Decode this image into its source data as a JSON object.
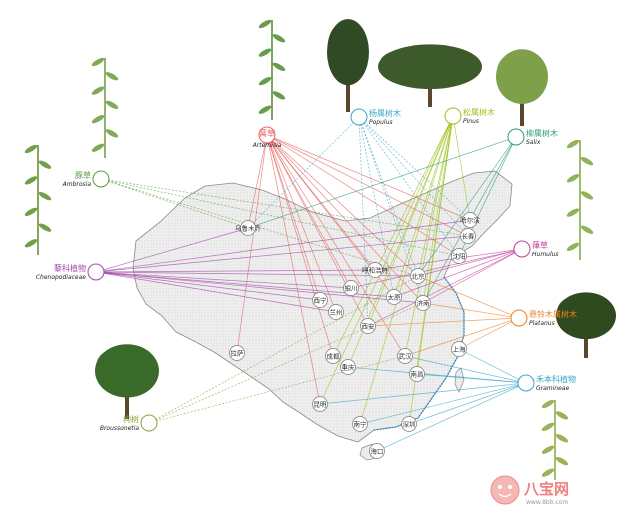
{
  "pollens": [
    {
      "id": "artemisia",
      "cn": "蒿草",
      "lat": "Artemisia",
      "color": "#e7615f"
    },
    {
      "id": "populus",
      "cn": "杨属树木",
      "lat": "Populus",
      "color": "#3aa6c8"
    },
    {
      "id": "pinus",
      "cn": "松属树木",
      "lat": "Pinus",
      "color": "#9cc21a"
    },
    {
      "id": "salix",
      "cn": "柳属树木",
      "lat": "Salix",
      "color": "#2e9c7e"
    },
    {
      "id": "ambrosia",
      "cn": "豚草",
      "lat": "Ambrosia",
      "color": "#5a9e3c"
    },
    {
      "id": "chenopodiaceae",
      "cn": "藜科植物",
      "lat": "Chenopodiaceae",
      "color": "#a24aa6"
    },
    {
      "id": "humulus",
      "cn": "葎草",
      "lat": "Humulus",
      "color": "#c2419a"
    },
    {
      "id": "platanus",
      "cn": "悬铃木属树木",
      "lat": "Platanus",
      "color": "#ef7f23"
    },
    {
      "id": "gramineae",
      "cn": "禾本科植物",
      "lat": "Gramineae",
      "color": "#3aa6c8"
    },
    {
      "id": "broussonetia",
      "cn": "构树",
      "lat": "Broussonetia",
      "color": "#8aa23a"
    }
  ],
  "cities": [
    {
      "id": "urumqi",
      "name": "乌鲁木齐"
    },
    {
      "id": "harbin",
      "name": "哈尔滨"
    },
    {
      "id": "changchun",
      "name": "长春"
    },
    {
      "id": "shenyang",
      "name": "沈阳"
    },
    {
      "id": "hohhot",
      "name": "呼和浩特"
    },
    {
      "id": "beijing",
      "name": "北京"
    },
    {
      "id": "yinchuan",
      "name": "银川"
    },
    {
      "id": "taiyuan",
      "name": "太原"
    },
    {
      "id": "jinan",
      "name": "济南"
    },
    {
      "id": "xining",
      "name": "西宁"
    },
    {
      "id": "lanzhou",
      "name": "兰州"
    },
    {
      "id": "xian",
      "name": "西安"
    },
    {
      "id": "lhasa",
      "name": "拉萨"
    },
    {
      "id": "chengdu",
      "name": "成都"
    },
    {
      "id": "chongqing",
      "name": "重庆"
    },
    {
      "id": "wuhan",
      "name": "武汉"
    },
    {
      "id": "shanghai",
      "name": "上海"
    },
    {
      "id": "nanchang",
      "name": "南昌"
    },
    {
      "id": "kunming",
      "name": "昆明"
    },
    {
      "id": "nanning",
      "name": "南宁"
    },
    {
      "id": "shenzhen",
      "name": "深圳"
    },
    {
      "id": "haikou",
      "name": "海口"
    }
  ],
  "links": {
    "artemisia": [
      "urumqi",
      "harbin",
      "changchun",
      "shenyang",
      "hohhot",
      "beijing",
      "yinchuan",
      "taiyuan",
      "jinan",
      "xining",
      "lanzhou",
      "xian",
      "lhasa",
      "chengdu",
      "wuhan",
      "kunming"
    ],
    "populus": [
      "urumqi",
      "harbin",
      "changchun",
      "shenyang",
      "beijing",
      "taiyuan",
      "jinan",
      "xian"
    ],
    "pinus": [
      "harbin",
      "beijing",
      "taiyuan",
      "jinan",
      "xian",
      "chengdu",
      "chongqing",
      "kunming",
      "nanning",
      "wuhan",
      "nanchang",
      "shenzhen"
    ],
    "salix": [
      "urumqi",
      "beijing",
      "jinan",
      "shenyang"
    ],
    "ambrosia": [
      "shenyang",
      "beijing",
      "changchun",
      "urumqi"
    ],
    "chenopodiaceae": [
      "urumqi",
      "harbin",
      "changchun",
      "hohhot",
      "beijing",
      "yinchuan",
      "taiyuan",
      "jinan",
      "xining",
      "lanzhou"
    ],
    "humulus": [
      "hohhot",
      "beijing",
      "taiyuan",
      "jinan",
      "xian",
      "yinchuan"
    ],
    "platanus": [
      "beijing",
      "jinan",
      "xian",
      "wuhan",
      "shanghai"
    ],
    "gramineae": [
      "shanghai",
      "wuhan",
      "chongqing",
      "nanchang",
      "shenzhen",
      "haikou",
      "kunming",
      "nanning"
    ],
    "broussonetia": [
      "beijing",
      "jinan",
      "wuhan"
    ]
  },
  "icons": {
    "artemisia": "artemisia-plant-icon",
    "populus": "poplar-tree-icon",
    "pinus": "pine-tree-icon",
    "salix": "willow-tree-icon",
    "ambrosia": "ragweed-plant-icon",
    "chenopodiaceae": "chenopod-plant-icon",
    "humulus": "hop-vine-icon",
    "platanus": "plane-tree-icon",
    "gramineae": "grass-icon",
    "broussonetia": "paper-mulberry-tree-icon"
  },
  "watermark": {
    "text": "八宝网",
    "url": "www.8bb.com"
  },
  "colors": {
    "map_fill": "#e8e8e8",
    "map_stroke": "#8a8a8a",
    "coast": "#2a88cc"
  }
}
